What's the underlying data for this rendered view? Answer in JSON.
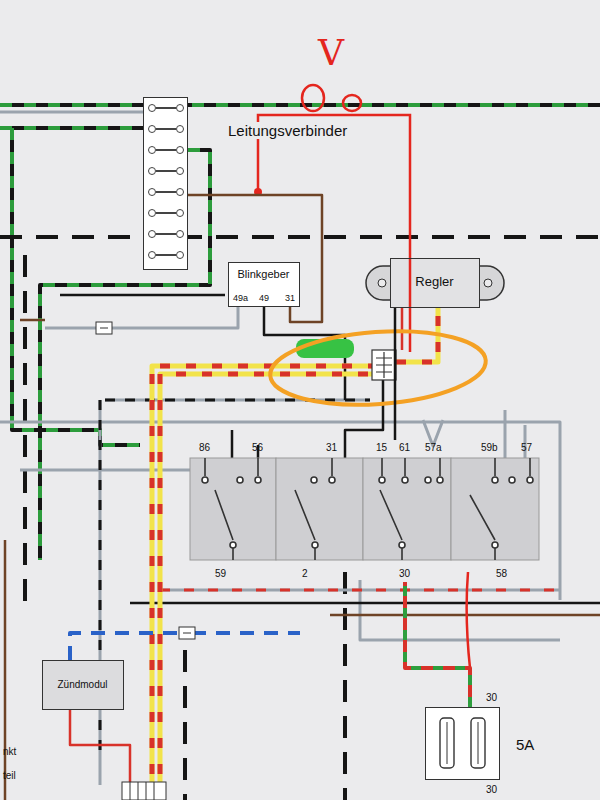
{
  "diagram": {
    "nodes": [
      {
        "text": [
          "Leitungsverbinder"
        ]
      },
      {
        "text": [
          "Blinkgeber",
          "49a",
          "49",
          "31"
        ]
      },
      {
        "text": [
          "Regler"
        ]
      },
      {
        "text": [
          "86",
          "56",
          "59"
        ]
      },
      {
        "text": [
          "31",
          "2"
        ]
      },
      {
        "text": [
          "15",
          "61",
          "57a",
          "30"
        ]
      },
      {
        "text": [
          "59b",
          "57",
          "58"
        ]
      },
      {
        "text": [
          "Zündmodul"
        ]
      },
      {
        "text": [
          "5A"
        ]
      }
    ],
    "edges": [
      {
        "from": 0,
        "to": 1,
        "arrow": "none"
      },
      {
        "from": 2,
        "to": 5,
        "arrow": "none"
      },
      {
        "from": 8,
        "to": 5,
        "arrow": "none"
      }
    ],
    "labels": [
      "V",
      "30",
      "nkt",
      "teil",
      "30"
    ]
  }
}
